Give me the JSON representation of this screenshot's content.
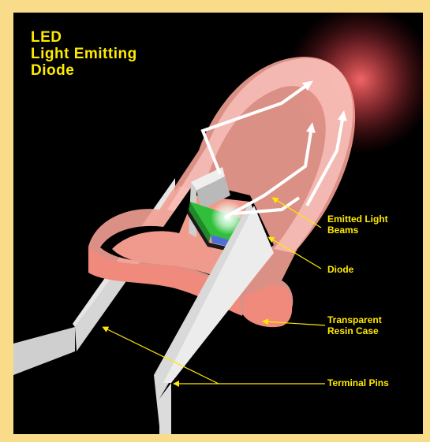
{
  "title": {
    "line1": "LED",
    "line2": "Light Emitting",
    "line3": "Diode"
  },
  "labels": {
    "emitted_line1": "Emitted Light",
    "emitted_line2": "Beams",
    "diode": "Diode",
    "resin_line1": "Transparent",
    "resin_line2": "Resin Case",
    "pins": "Terminal Pins"
  },
  "colors": {
    "background": "#000000",
    "frame": "#f8dc8a",
    "label_text": "#ffea00",
    "resin": "#f29a8c",
    "chip": "#2fbf3a",
    "pins": "#d9d9d9"
  }
}
